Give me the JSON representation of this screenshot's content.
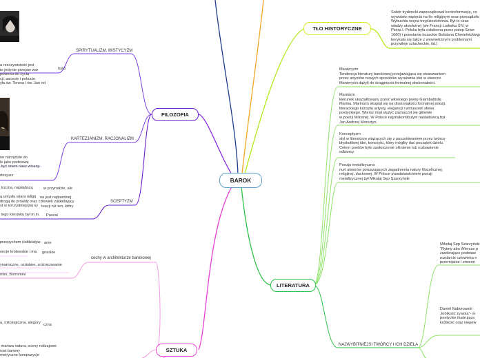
{
  "central": "BAROK",
  "topics": {
    "tlo": "TŁO HISTORYCZNE",
    "filozofia": "FILOZOFIA",
    "literatura": "LITERATURA",
    "sztuka": "SZTUKA"
  },
  "tlo_text": "Sobór trydencki zapoczątkował kontreformację, co\nwywołało napięcia na tle religijnym oraz przesądziło o\nWybuchła wojna trzydziestoletnia. Był to czas\nwładzy absolutnej (we Francji Ludwika XIV, w\nPiotra I. Polska była osłabiona przez potop Szwe\n1660) i powstanie kozackie Bohdana Chmielnickiego\nborykała się także z wewnętrznymi problemami\nprzywileje szlacheckie, itd.)",
  "filozofia": {
    "spirytualizm": {
      "label": "SPIRYTUALIZM, MISTYCYZM",
      "text1": "a rzeczywistość jest\nto jedynie przejaw war",
      "text1b": "tości",
      "text2": "powrotu do życia\ncji, ascezie i pokucie.\nyła św. Teresa i św. Jan od"
    },
    "kartezjanizm": {
      "label": "KARTEZJANIZM, RACJONALIZM",
      "text1": "ne narzędzie do\nle jako podstawę\n być snem nasz wiceny",
      "text2": "rtezjusz"
    },
    "sceptyzm": {
      "label": "SCEPTYZM",
      "text1a": " trzcina, najsłabszą",
      "text1b": "w przyrodzie, ale",
      "text2a": "ą umysłu wiara religij",
      "text2b": "na jest najbardziej",
      "text3a": "drogą do prawdy oraz człowiek zakładający",
      "text4a": "st w korzystniejszej sy",
      "text4b": "tuacji niż ten, który",
      "text5a": " tego kierunku był m.in.",
      "text5b": "Pascal"
    }
  },
  "literatura": {
    "manieryzm": "Manieryzm\nTendencja literatury barokowej przejawiająca się stosowaniem\nprzez artystów nowych sposobów wyrażania idei w utworze.\nManieryści dążyli do ściągnięcia formalnej doskonałości.",
    "marinizm": "Marinizm\nkierunek ukształtowany przez włoskiego poetę Giambattistę\nMarina. Marinizm skupiał się na doskonałości formalnej poezji,\nliterackiego kunsztu artysty, elegancji i wirtuozerii słowa\npoetyckiego. Wiersz miał służyć zaznaczył się głównie\nw poezji Milosnej. W Polsce najznakomitszym naśladowcą był\nJan Andrzej Morsztyn.",
    "konceptyzm": "Konceptyzm\nstyl w literaturze wiążących się z poszukiwaniem przez twórcę\nbłyskotliwej idei, konceptu, który mógłby dać początek dziełu.\nCelem poetów było zaskoczenie olśnienie lub rozbawienie\nodbiorcy.",
    "poezja": "Poezja metafizyczna\nnurt utworów poruszających zagadnienia natury filozoficznej,\nreligijnej, duchowej. W Polsce przedstawicielem poezji\nmetafizycznej był Mikołaj Sęp Szarzyński",
    "tworcy_label": "NAJWYBITNIEJSI TWÓRCY I ICH DZIEŁA",
    "sep": "Mikołaj Sęp Szarzyński\n\"Rytmy abo Wiersze p\nzawierające podstaw\nrozdarcie człowieka n\nprzemijanie i zmienn",
    "naborowski": "Daniel Naborowski\n„krótkość żywota”- w\npoetyckie ilustrujące\nkrótkość oraz niepew"
  },
  "sztuka": {
    "architektura_label": "cechy w architekturze barokowej",
    "arch1a": "przepychem (oddziaływ",
    "arch1b": "anie",
    "arch2a": "encje królewskie i ma",
    "arch2b": "gnackie",
    "arch3": "ynamiczne, ozdobne, zróżnicowanie",
    "arch4": "mini, Borromini",
    "other1a": "a, mitologiczna, alegory",
    "other1b": "czna",
    "other2": " martwa natura, sceny rodzajowe\nrast barwny\nmetryczne kompozycje"
  }
}
